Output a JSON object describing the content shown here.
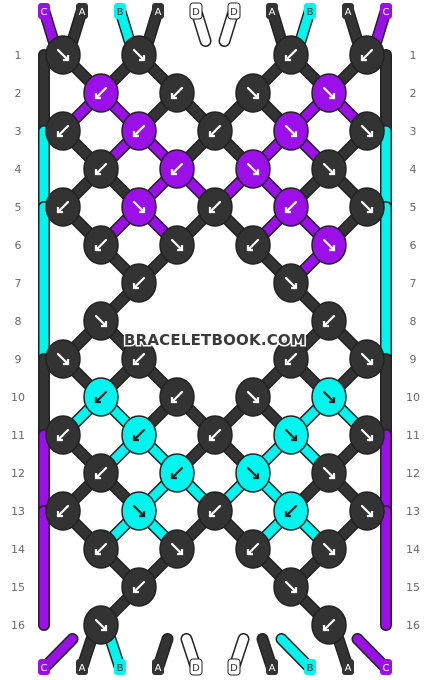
{
  "colors": {
    "C": "#9b10e8",
    "A": "#333333",
    "B": "#00f5ef",
    "D": "#ffffff"
  },
  "strands_top": [
    "C",
    "A",
    "B",
    "A",
    "D",
    "D",
    "A",
    "B",
    "A",
    "C"
  ],
  "strands_bottom": [
    "C",
    "A",
    "B",
    "A",
    "D",
    "D",
    "A",
    "B",
    "A",
    "C"
  ],
  "row_numbers": [
    "1",
    "2",
    "3",
    "4",
    "5",
    "6",
    "7",
    "8",
    "9",
    "10",
    "11",
    "12",
    "13",
    "14",
    "15",
    "16"
  ],
  "watermark": "BRACELETBOOK.COM",
  "knot_rows": [
    [
      [
        "A",
        "f"
      ],
      [
        "A",
        "f"
      ],
      [
        "A",
        "b"
      ],
      [
        "A",
        "b"
      ]
    ],
    [
      [
        "C",
        "b"
      ],
      [
        "A",
        "b"
      ],
      [
        "A",
        "f"
      ],
      [
        "C",
        "f"
      ]
    ],
    [
      [
        "A",
        "b"
      ],
      [
        "C",
        "b"
      ],
      [
        "A",
        "b"
      ],
      [
        "C",
        "f"
      ],
      [
        "A",
        "f"
      ]
    ],
    [
      [
        "A",
        "b"
      ],
      [
        "C",
        "b"
      ],
      [
        "C",
        "f"
      ],
      [
        "A",
        "f"
      ]
    ],
    [
      [
        "A",
        "b"
      ],
      [
        "C",
        "f"
      ],
      [
        "A",
        "b"
      ],
      [
        "C",
        "b"
      ],
      [
        "A",
        "f"
      ]
    ],
    [
      [
        "A",
        "b"
      ],
      [
        "A",
        "f"
      ],
      [
        "A",
        "b"
      ],
      [
        "C",
        "f"
      ]
    ],
    [
      [
        "A",
        "b"
      ],
      [
        "A",
        "f"
      ]
    ],
    [
      [
        "A",
        "f"
      ],
      [
        "A",
        "b"
      ]
    ],
    [
      [
        "A",
        "f"
      ],
      [
        "A",
        "b"
      ],
      [
        "A",
        "b"
      ],
      [
        "A",
        "f"
      ]
    ],
    [
      [
        "B",
        "b"
      ],
      [
        "A",
        "b"
      ],
      [
        "A",
        "f"
      ],
      [
        "B",
        "f"
      ]
    ],
    [
      [
        "A",
        "b"
      ],
      [
        "B",
        "b"
      ],
      [
        "A",
        "b"
      ],
      [
        "B",
        "f"
      ],
      [
        "A",
        "f"
      ]
    ],
    [
      [
        "A",
        "b"
      ],
      [
        "B",
        "b"
      ],
      [
        "B",
        "f"
      ],
      [
        "A",
        "f"
      ]
    ],
    [
      [
        "A",
        "b"
      ],
      [
        "B",
        "f"
      ],
      [
        "A",
        "b"
      ],
      [
        "B",
        "b"
      ],
      [
        "A",
        "f"
      ]
    ],
    [
      [
        "A",
        "b"
      ],
      [
        "A",
        "f"
      ],
      [
        "A",
        "b"
      ],
      [
        "A",
        "f"
      ]
    ],
    [
      [
        "A",
        "b"
      ],
      [
        "A",
        "f"
      ]
    ],
    [
      [
        "A",
        "f"
      ],
      [
        "A",
        "b"
      ]
    ]
  ]
}
